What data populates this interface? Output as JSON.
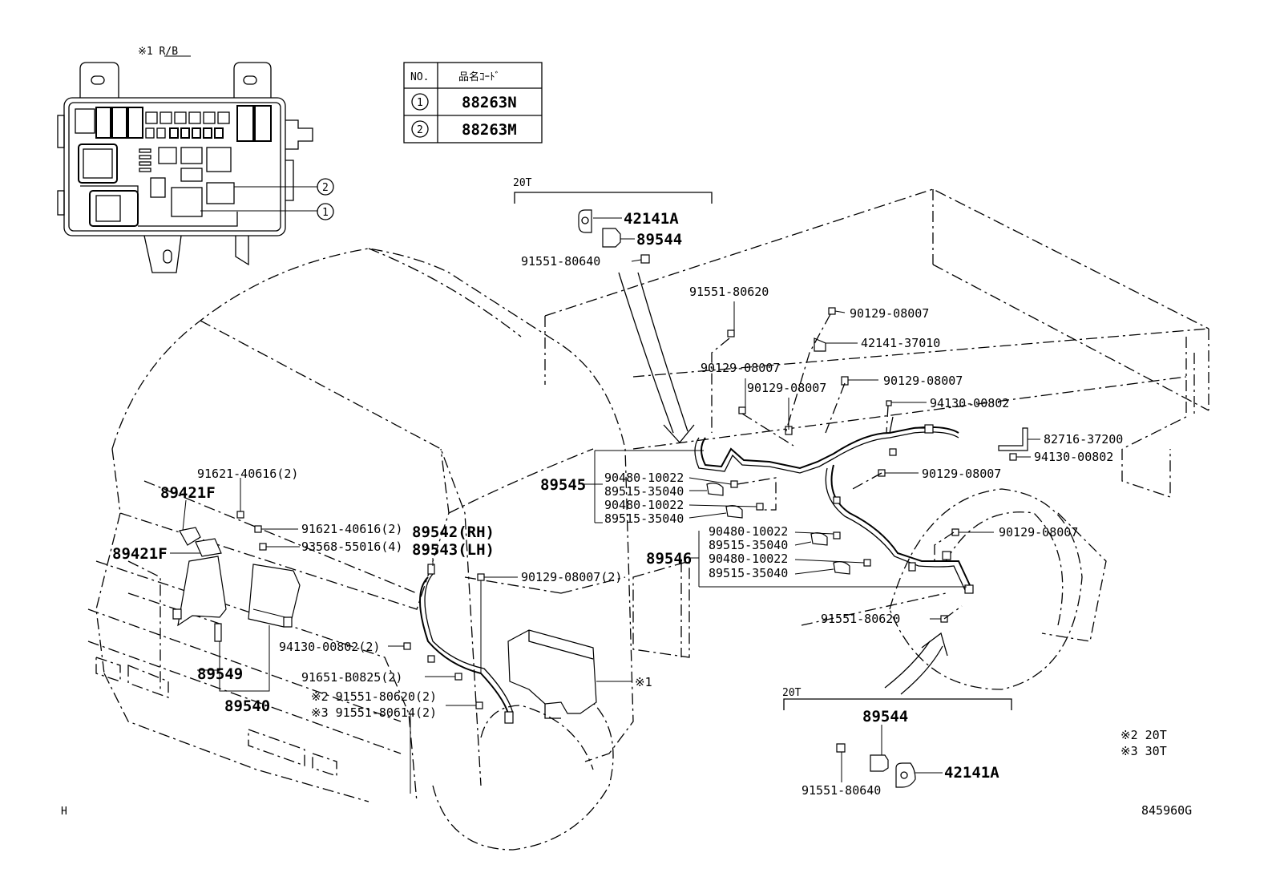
{
  "relay_box": {
    "ref_label": "※1 R/B"
  },
  "code_table": {
    "header_no": "NO.",
    "header_code": "品名ｺｰﾄﾞ",
    "rows": [
      {
        "no": "1",
        "code": "88263N"
      },
      {
        "no": "2",
        "code": "88263M"
      }
    ]
  },
  "callouts": {
    "one": "1",
    "two": "2"
  },
  "inset_top": {
    "title": "20T",
    "p1": "42141A",
    "p2": "89544",
    "p3": "91551-80640"
  },
  "inset_bottom": {
    "title": "20T",
    "p1": "89544",
    "p2": "42141A",
    "p3": "91551-80640"
  },
  "labels": {
    "l_91551_80620_top": "91551-80620",
    "l_90129_a": "90129-08007",
    "l_42141_37010": "42141-37010",
    "l_90129_b": "90129-08007",
    "l_90129_c": "90129-08007",
    "l_90129_d": "90129-08007",
    "l_94130_a": "94130-00802",
    "l_82716": "82716-37200",
    "l_94130_b": "94130-00802",
    "l_90129_e": "90129-08007",
    "l_89545": "89545",
    "l_90480_a": "90480-10022",
    "l_89515_a": "89515-35040",
    "l_90480_b": "90480-10022",
    "l_89515_b": "89515-35040",
    "l_90480_c": "90480-10022",
    "l_89515_c": "89515-35040",
    "l_89546": "89546",
    "l_90480_d": "90480-10022",
    "l_89515_d": "89515-35040",
    "l_90129_f": "90129-08007",
    "l_91551_80620_mid": "91551-80620",
    "l_91621_a": "91621-40616(2)",
    "l_89421F_a": "89421F",
    "l_91621_b": "91621-40616(2)",
    "l_93568": "93568-55016(4)",
    "l_89421F_b": "89421F",
    "l_89542": "89542(RH)",
    "l_89543": "89543(LH)",
    "l_90129_g": "90129-08007(2)",
    "l_94130_c": "94130-00802(2)",
    "l_91651": "91651-B0825(2)",
    "l_91551_80620_2": "※2 91551-80620(2)",
    "l_91551_80614": "※3 91551-80614(2)",
    "l_89549": "89549",
    "l_89540": "89540",
    "l_ref1": "※1"
  },
  "notes": {
    "n2": "※2 20T",
    "n3": "※3 30T"
  },
  "footer": {
    "left_mark": "H",
    "diagram_code": "845960G"
  }
}
